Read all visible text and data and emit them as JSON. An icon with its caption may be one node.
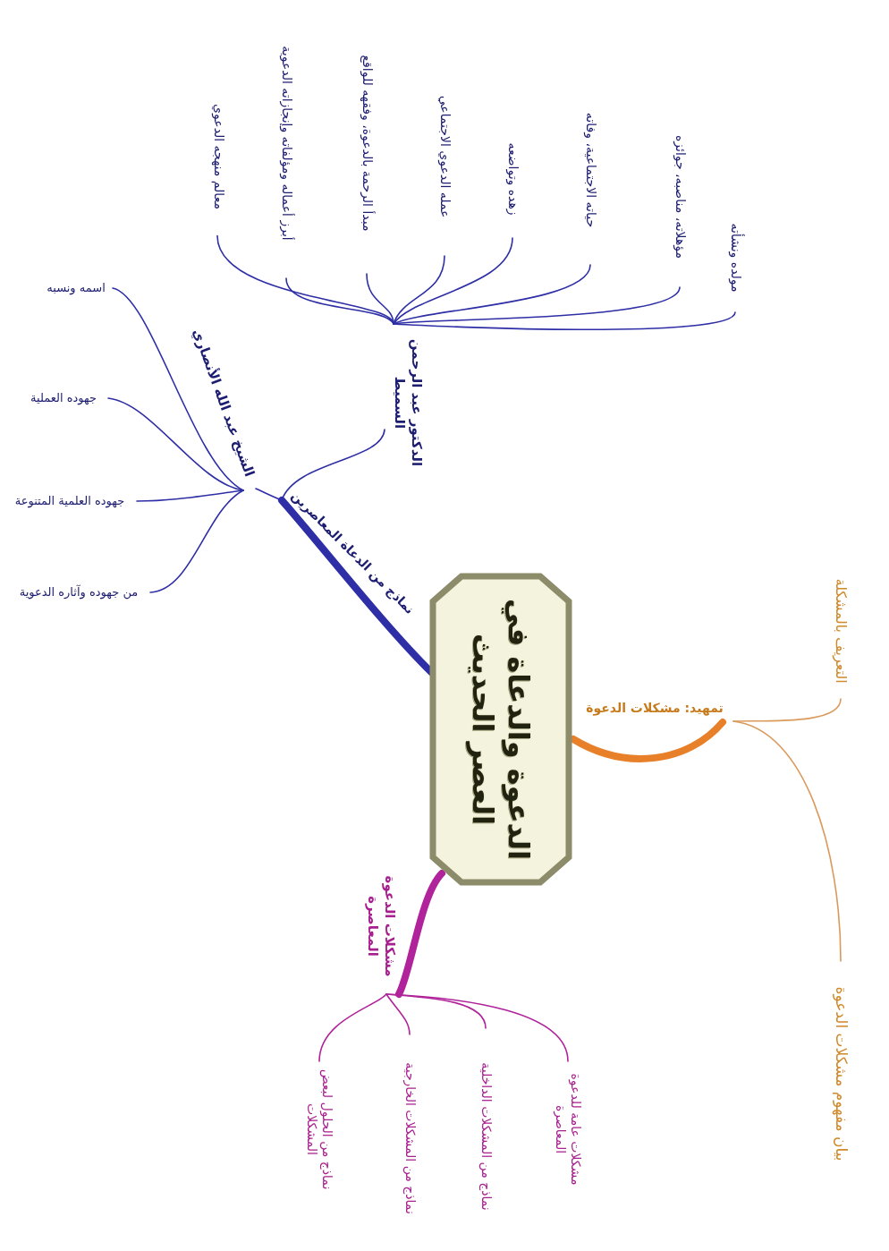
{
  "diagram": {
    "nodes": [
      {
        "text": [
          "الدعوة والدعاة في العصر الحديث"
        ]
      },
      {
        "text": [
          "نماذج من الدعاة المعاصرين"
        ]
      },
      {
        "text": [
          "الشيخ عبد الله الأنصاري"
        ]
      },
      {
        "text": [
          "اسمه ونسبه"
        ]
      },
      {
        "text": [
          "جهوده العملية"
        ]
      },
      {
        "text": [
          "جهوده العلمية المتنوعة"
        ]
      },
      {
        "text": [
          "من جهوده وآثاره الدعوية"
        ]
      },
      {
        "text": [
          "الدكتور عبد الرحمن السميط"
        ]
      },
      {
        "text": [
          "معالم منهجه الدعوي"
        ]
      },
      {
        "text": [
          "أبرز أعماله ومؤلفاته وإنجازاته الدعوية"
        ]
      },
      {
        "text": [
          "مبدأ الرحمة بالدعوة، وفقهه للواقع"
        ]
      },
      {
        "text": [
          "عمله الدعوي الاجتماعي"
        ]
      },
      {
        "text": [
          "زهده وتواضعه"
        ]
      },
      {
        "text": [
          "حياته الاجتماعية، وفاته"
        ]
      },
      {
        "text": [
          "مؤهلاته، مناصبه، جوائزه"
        ]
      },
      {
        "text": [
          "مولده ونشأته"
        ]
      },
      {
        "text": [
          "تمهيد: مشكلات الدعوة"
        ]
      },
      {
        "text": [
          "التعريف بالمشكلة"
        ]
      },
      {
        "text": [
          "بيان مفهوم مشكلات الدعوة"
        ]
      },
      {
        "text": [
          "مشكلات الدعوة المعاصرة"
        ]
      },
      {
        "text": [
          "مشكلات عامة للدعوة المعاصرة"
        ]
      },
      {
        "text": [
          "نماذج من المشكلات الداخلية"
        ]
      },
      {
        "text": [
          "نماذج من المشكلات الخارجية"
        ]
      },
      {
        "text": [
          "نماذج من الحلول لبعض المشكلات"
        ]
      }
    ],
    "edges": [
      {
        "from": 0,
        "to": 1,
        "arrow": "none",
        "style": "thick"
      },
      {
        "from": 1,
        "to": 2,
        "arrow": "none"
      },
      {
        "from": 2,
        "to": 3,
        "arrow": "none"
      },
      {
        "from": 2,
        "to": 4,
        "arrow": "none"
      },
      {
        "from": 2,
        "to": 5,
        "arrow": "none"
      },
      {
        "from": 2,
        "to": 6,
        "arrow": "none"
      },
      {
        "from": 1,
        "to": 7,
        "arrow": "none"
      },
      {
        "from": 7,
        "to": 8,
        "arrow": "none"
      },
      {
        "from": 7,
        "to": 9,
        "arrow": "none"
      },
      {
        "from": 7,
        "to": 10,
        "arrow": "none"
      },
      {
        "from": 7,
        "to": 11,
        "arrow": "none"
      },
      {
        "from": 7,
        "to": 12,
        "arrow": "none"
      },
      {
        "from": 7,
        "to": 13,
        "arrow": "none"
      },
      {
        "from": 7,
        "to": 14,
        "arrow": "none"
      },
      {
        "from": 7,
        "to": 15,
        "arrow": "none"
      },
      {
        "from": 0,
        "to": 16,
        "arrow": "none",
        "style": "thick",
        "color": "#e8802a"
      },
      {
        "from": 16,
        "to": 17,
        "arrow": "none",
        "color": "#d99a5c"
      },
      {
        "from": 16,
        "to": 18,
        "arrow": "none",
        "color": "#d99a5c"
      },
      {
        "from": 0,
        "to": 19,
        "arrow": "none",
        "style": "thick",
        "color": "#b0239a"
      },
      {
        "from": 19,
        "to": 20,
        "arrow": "none",
        "color": "#b0239a"
      },
      {
        "from": 19,
        "to": 21,
        "arrow": "none",
        "color": "#b0239a"
      },
      {
        "from": 19,
        "to": 22,
        "arrow": "none",
        "color": "#b0239a"
      },
      {
        "from": 19,
        "to": 23,
        "arrow": "none",
        "color": "#b0239a"
      }
    ]
  }
}
